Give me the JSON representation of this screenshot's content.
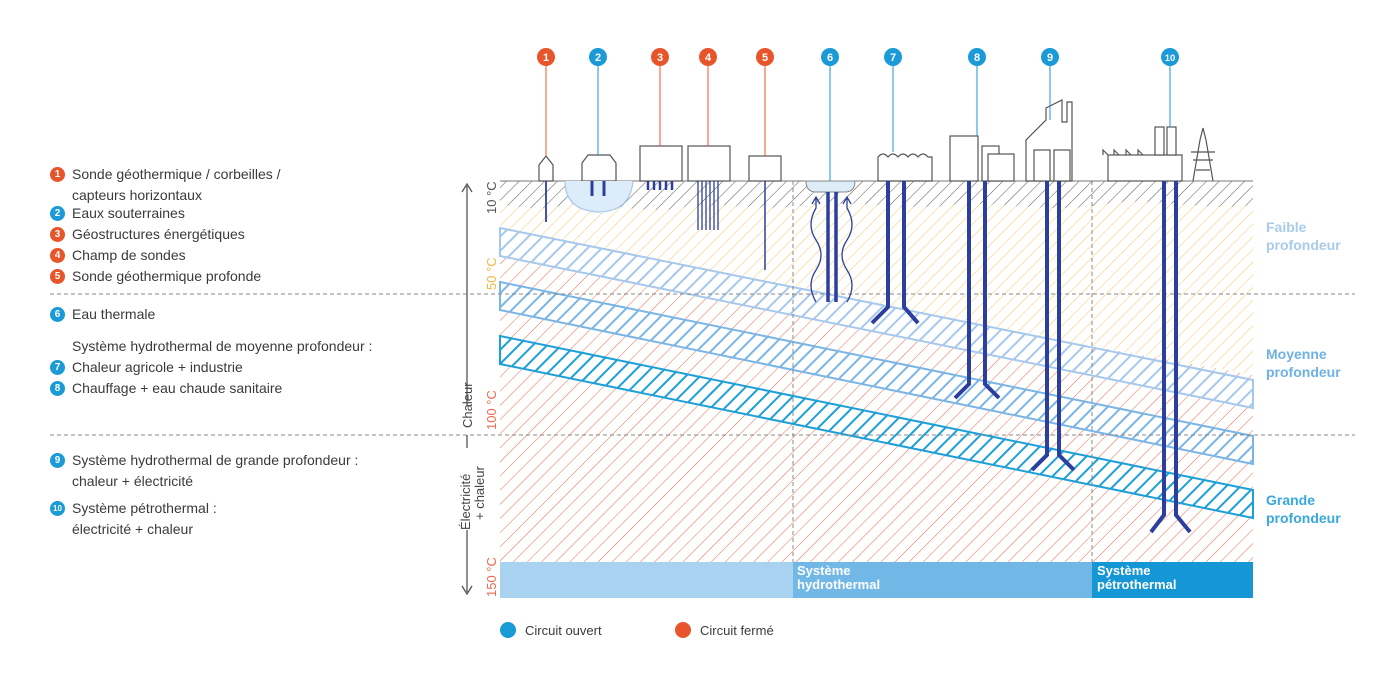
{
  "legend": {
    "items": [
      {
        "num": "1",
        "color": "red",
        "lines": [
          "Sonde géothermique / corbeilles /",
          "capteurs horizontaux"
        ]
      },
      {
        "num": "2",
        "color": "blue",
        "lines": [
          "Eaux souterraines"
        ]
      },
      {
        "num": "3",
        "color": "red",
        "lines": [
          "Géostructures énergétiques"
        ]
      },
      {
        "num": "4",
        "color": "red",
        "lines": [
          "Champ de sondes"
        ]
      },
      {
        "num": "5",
        "color": "red",
        "lines": [
          "Sonde géothermique profonde"
        ]
      },
      {
        "num": "6",
        "color": "blue",
        "lines": [
          "Eau thermale"
        ]
      },
      {
        "num": "7",
        "color": "blue",
        "lines": [
          "Chaleur agricole + industrie"
        ]
      },
      {
        "num": "8",
        "color": "blue",
        "lines": [
          "Chauffage + eau chaude sanitaire"
        ]
      },
      {
        "num": "9",
        "color": "blue",
        "lines": [
          "Système hydrothermal de grande profondeur :",
          "chaleur + électricité"
        ]
      },
      {
        "num": "10",
        "color": "blue",
        "lines": [
          "Système pétrothermal :",
          "électricité + chaleur"
        ]
      }
    ],
    "subheading": "Système hydrothermal de moyenne profondeur :"
  },
  "markers": [
    "1",
    "2",
    "3",
    "4",
    "5",
    "6",
    "7",
    "8",
    "9",
    "10"
  ],
  "temperatures": {
    "t10": "10 °C",
    "t50": "50 °C",
    "t100": "100 °C",
    "t150": "150 °C"
  },
  "axis": {
    "chaleur": "Chaleur",
    "elec_line1": "Électricité",
    "elec_line2": "+ chaleur"
  },
  "zones": {
    "faible_1": "Faible",
    "faible_2": "profondeur",
    "moyenne_1": "Moyenne",
    "moyenne_2": "profondeur",
    "grande_1": "Grande",
    "grande_2": "profondeur"
  },
  "bands": {
    "hydro_1": "Système",
    "hydro_2": "hydrothermal",
    "petro_1": "Système",
    "petro_2": "pétrothermal"
  },
  "bottom_legend": {
    "open": "Circuit ouvert",
    "closed": "Circuit fermé"
  },
  "colors": {
    "red": "#e8552b",
    "blue": "#1a9ad6",
    "pipe": "#2d3f9e",
    "yellow": "#f6c86a"
  }
}
